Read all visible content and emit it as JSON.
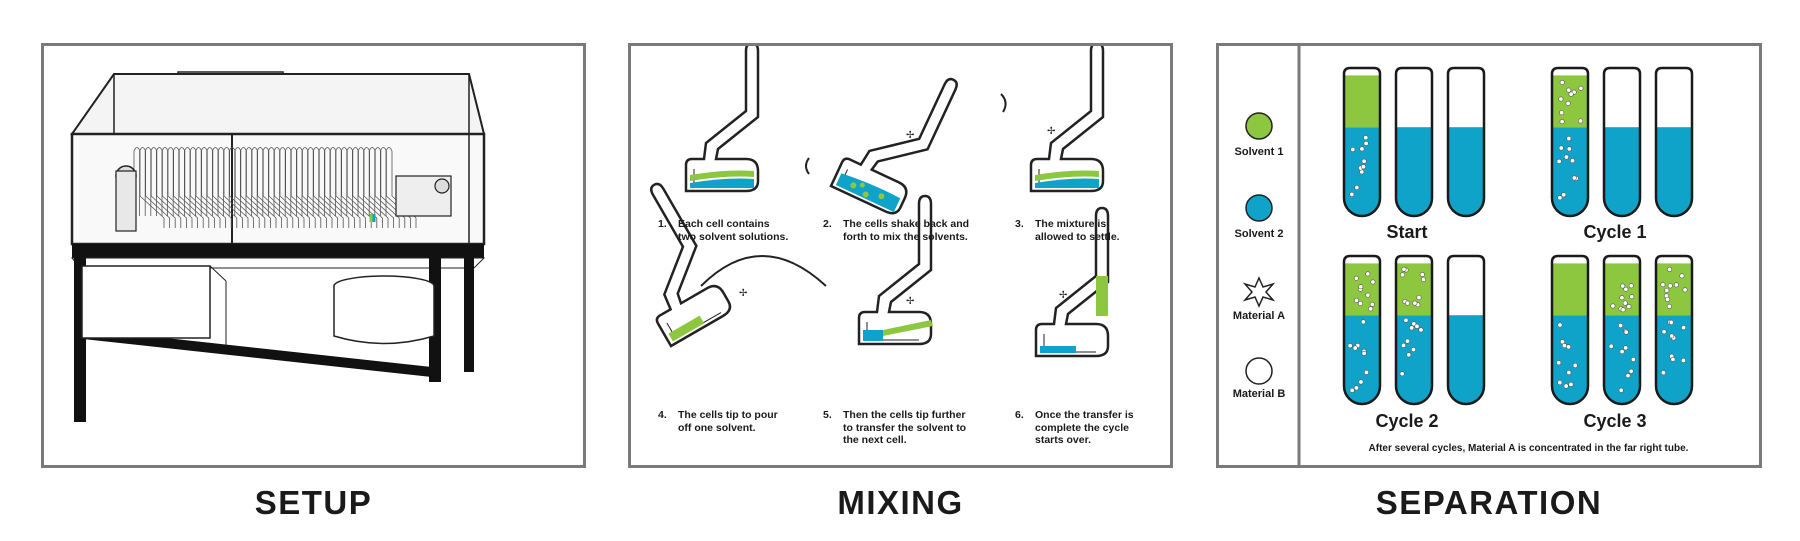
{
  "titles": {
    "setup": "SETUP",
    "mixing": "MIXING",
    "separation": "SEPARATION"
  },
  "colors": {
    "solvent1": "#8dc63f",
    "solvent2": "#0fa3c9",
    "frame": "#7a7a7a",
    "ink": "#1a1a1a"
  },
  "mixing": {
    "steps": [
      {
        "num": "1.",
        "text": "Each cell contains\ntwo solvent solutions."
      },
      {
        "num": "2.",
        "text": "The cells shake back and\nforth to mix the solvents."
      },
      {
        "num": "3.",
        "text": "The mixture is\nallowed to settle."
      },
      {
        "num": "4.",
        "text": "The cells tip to pour\noff one solvent."
      },
      {
        "num": "5.",
        "text": "Then the cells tip further\nto transfer the solvent to\nthe next cell."
      },
      {
        "num": "6.",
        "text": "Once the transfer is\ncomplete the cycle\nstarts over."
      }
    ]
  },
  "separation": {
    "legend": [
      {
        "label": "Solvent 1",
        "icon": "green-circle-icon"
      },
      {
        "label": "Solvent 2",
        "icon": "blue-circle-icon"
      },
      {
        "label": "Material A",
        "icon": "star-icon"
      },
      {
        "label": "Material B",
        "icon": "open-circle-icon"
      }
    ],
    "cycles": [
      "Start",
      "Cycle 1",
      "Cycle 2",
      "Cycle 3"
    ],
    "footnote": "After several cycles, Material A is concentrated in the far right tube."
  }
}
